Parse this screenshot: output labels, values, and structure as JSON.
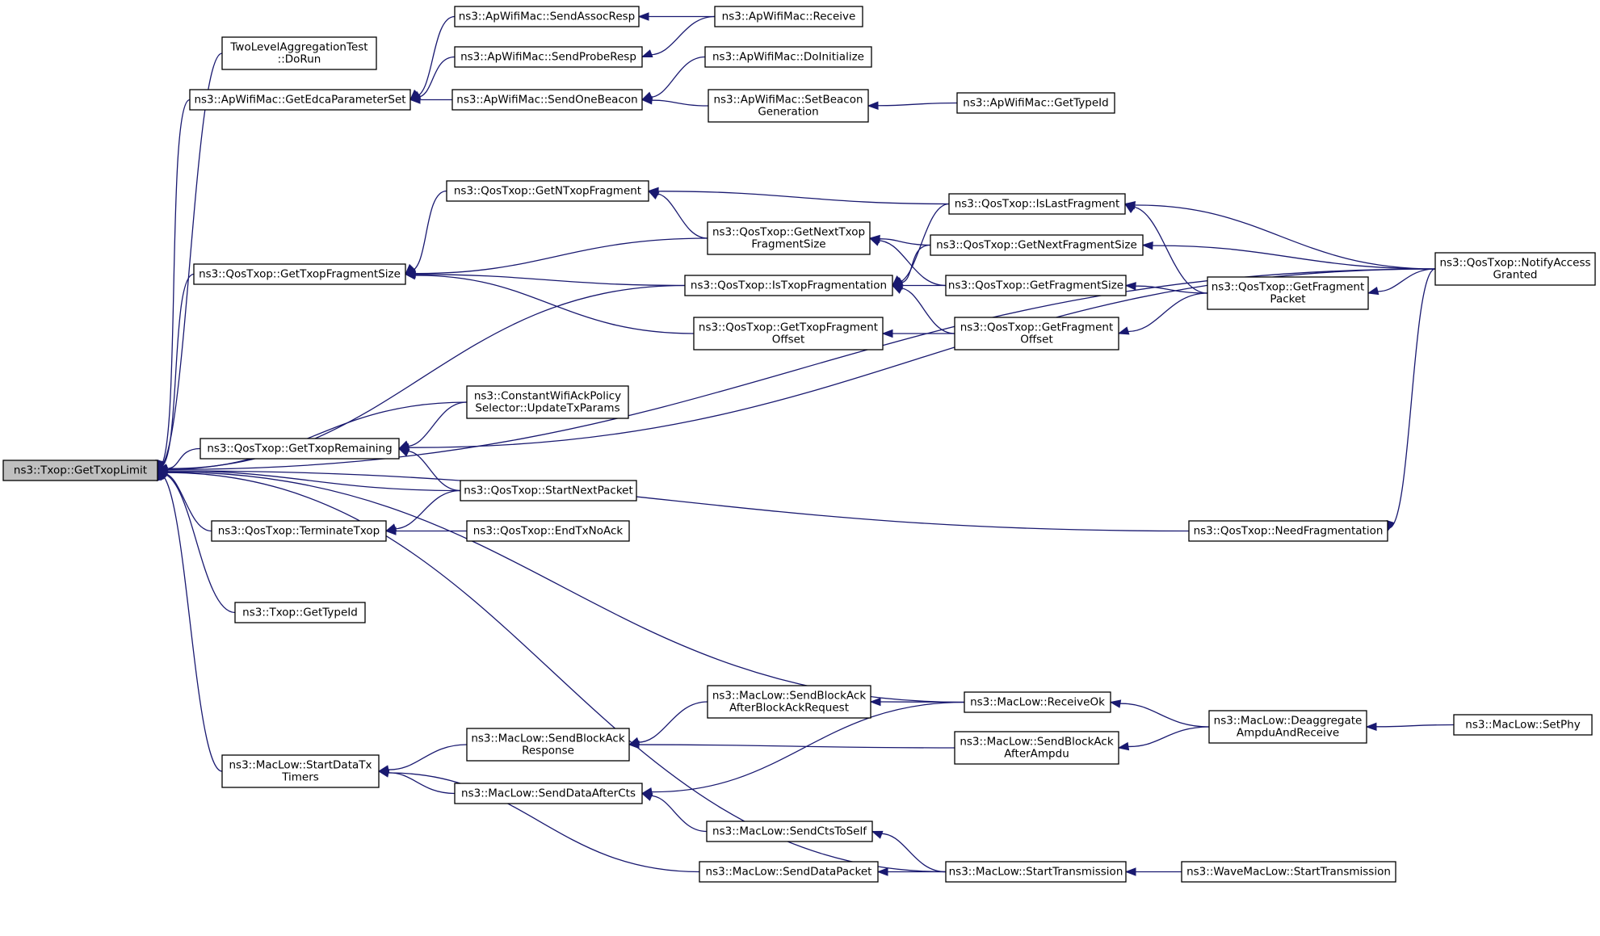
{
  "graph": {
    "root": "n0",
    "colors": {
      "edge": "#191970",
      "node_border": "#000000",
      "root_fill": "#bfbfbf",
      "node_fill": "#ffffff"
    },
    "nodes": [
      {
        "id": "n0",
        "lines": [
          "ns3::Txop::GetTxopLimit"
        ]
      },
      {
        "id": "n1",
        "lines": [
          "TwoLevelAggregationTest",
          "::DoRun"
        ]
      },
      {
        "id": "n2",
        "lines": [
          "ns3::ApWifiMac::GetEdcaParameterSet"
        ]
      },
      {
        "id": "n3",
        "lines": [
          "ns3::ApWifiMac::SendAssocResp"
        ]
      },
      {
        "id": "n4",
        "lines": [
          "ns3::ApWifiMac::Receive"
        ]
      },
      {
        "id": "n5",
        "lines": [
          "ns3::ApWifiMac::SendProbeResp"
        ]
      },
      {
        "id": "n6",
        "lines": [
          "ns3::ApWifiMac::SendOneBeacon"
        ]
      },
      {
        "id": "n7",
        "lines": [
          "ns3::ApWifiMac::DoInitialize"
        ]
      },
      {
        "id": "n8",
        "lines": [
          "ns3::ApWifiMac::SetBeacon",
          "Generation"
        ]
      },
      {
        "id": "n9",
        "lines": [
          "ns3::ApWifiMac::GetTypeId"
        ]
      },
      {
        "id": "n10",
        "lines": [
          "ns3::QosTxop::GetNTxopFragment"
        ]
      },
      {
        "id": "n11",
        "lines": [
          "ns3::QosTxop::IsLastFragment"
        ]
      },
      {
        "id": "n12",
        "lines": [
          "ns3::QosTxop::GetNextTxop",
          "FragmentSize"
        ]
      },
      {
        "id": "n13",
        "lines": [
          "ns3::QosTxop::GetNextFragmentSize"
        ]
      },
      {
        "id": "n14",
        "lines": [
          "ns3::QosTxop::NotifyAccess",
          "Granted"
        ]
      },
      {
        "id": "n15",
        "lines": [
          "ns3::QosTxop::GetTxopFragmentSize"
        ]
      },
      {
        "id": "n16",
        "lines": [
          "ns3::QosTxop::IsTxopFragmentation"
        ]
      },
      {
        "id": "n17",
        "lines": [
          "ns3::QosTxop::GetFragmentSize"
        ]
      },
      {
        "id": "n18",
        "lines": [
          "ns3::QosTxop::GetFragment",
          "Packet"
        ]
      },
      {
        "id": "n19",
        "lines": [
          "ns3::QosTxop::GetTxopFragment",
          "Offset"
        ]
      },
      {
        "id": "n20",
        "lines": [
          "ns3::QosTxop::GetFragment",
          "Offset"
        ]
      },
      {
        "id": "n21",
        "lines": [
          "ns3::ConstantWifiAckPolicy",
          "Selector::UpdateTxParams"
        ]
      },
      {
        "id": "n22",
        "lines": [
          "ns3::QosTxop::GetTxopRemaining"
        ]
      },
      {
        "id": "n23",
        "lines": [
          "ns3::QosTxop::StartNextPacket"
        ]
      },
      {
        "id": "n24",
        "lines": [
          "ns3::QosTxop::TerminateTxop"
        ]
      },
      {
        "id": "n25",
        "lines": [
          "ns3::QosTxop::EndTxNoAck"
        ]
      },
      {
        "id": "n26",
        "lines": [
          "ns3::QosTxop::NeedFragmentation"
        ]
      },
      {
        "id": "n27",
        "lines": [
          "ns3::Txop::GetTypeId"
        ]
      },
      {
        "id": "n28",
        "lines": [
          "ns3::MacLow::SendBlockAck",
          "AfterBlockAckRequest"
        ]
      },
      {
        "id": "n29",
        "lines": [
          "ns3::MacLow::ReceiveOk"
        ]
      },
      {
        "id": "n30",
        "lines": [
          "ns3::MacLow::SendBlockAck",
          "Response"
        ]
      },
      {
        "id": "n31",
        "lines": [
          "ns3::MacLow::SendBlockAck",
          "AfterAmpdu"
        ]
      },
      {
        "id": "n32",
        "lines": [
          "ns3::MacLow::Deaggregate",
          "AmpduAndReceive"
        ]
      },
      {
        "id": "n33",
        "lines": [
          "ns3::MacLow::SetPhy"
        ]
      },
      {
        "id": "n34",
        "lines": [
          "ns3::MacLow::StartDataTx",
          "Timers"
        ]
      },
      {
        "id": "n35",
        "lines": [
          "ns3::MacLow::SendDataAfterCts"
        ]
      },
      {
        "id": "n36",
        "lines": [
          "ns3::MacLow::SendCtsToSelf"
        ]
      },
      {
        "id": "n37",
        "lines": [
          "ns3::MacLow::SendDataPacket"
        ]
      },
      {
        "id": "n38",
        "lines": [
          "ns3::MacLow::StartTransmission"
        ]
      },
      {
        "id": "n39",
        "lines": [
          "ns3::WaveMacLow::StartTransmission"
        ]
      }
    ],
    "edges": [
      {
        "from": "n1",
        "to": "n0"
      },
      {
        "from": "n2",
        "to": "n0"
      },
      {
        "from": "n14",
        "to": "n0"
      },
      {
        "from": "n15",
        "to": "n0"
      },
      {
        "from": "n16",
        "to": "n0"
      },
      {
        "from": "n21",
        "to": "n0"
      },
      {
        "from": "n22",
        "to": "n0"
      },
      {
        "from": "n23",
        "to": "n0"
      },
      {
        "from": "n24",
        "to": "n0"
      },
      {
        "from": "n26",
        "to": "n0"
      },
      {
        "from": "n27",
        "to": "n0"
      },
      {
        "from": "n29",
        "to": "n0"
      },
      {
        "from": "n34",
        "to": "n0"
      },
      {
        "from": "n38",
        "to": "n0"
      },
      {
        "from": "n3",
        "to": "n2"
      },
      {
        "from": "n5",
        "to": "n2"
      },
      {
        "from": "n6",
        "to": "n2"
      },
      {
        "from": "n4",
        "to": "n3"
      },
      {
        "from": "n4",
        "to": "n5"
      },
      {
        "from": "n7",
        "to": "n6"
      },
      {
        "from": "n8",
        "to": "n6"
      },
      {
        "from": "n9",
        "to": "n8"
      },
      {
        "from": "n10",
        "to": "n15"
      },
      {
        "from": "n12",
        "to": "n15"
      },
      {
        "from": "n16",
        "to": "n15"
      },
      {
        "from": "n19",
        "to": "n15"
      },
      {
        "from": "n11",
        "to": "n10"
      },
      {
        "from": "n12",
        "to": "n10"
      },
      {
        "from": "n14",
        "to": "n11"
      },
      {
        "from": "n18",
        "to": "n11"
      },
      {
        "from": "n13",
        "to": "n12"
      },
      {
        "from": "n17",
        "to": "n12"
      },
      {
        "from": "n14",
        "to": "n13"
      },
      {
        "from": "n11",
        "to": "n16"
      },
      {
        "from": "n13",
        "to": "n16"
      },
      {
        "from": "n17",
        "to": "n16"
      },
      {
        "from": "n20",
        "to": "n16"
      },
      {
        "from": "n18",
        "to": "n17"
      },
      {
        "from": "n14",
        "to": "n18"
      },
      {
        "from": "n20",
        "to": "n19"
      },
      {
        "from": "n18",
        "to": "n20"
      },
      {
        "from": "n21",
        "to": "n22"
      },
      {
        "from": "n23",
        "to": "n22"
      },
      {
        "from": "n14",
        "to": "n22"
      },
      {
        "from": "n23",
        "to": "n24"
      },
      {
        "from": "n25",
        "to": "n24"
      },
      {
        "from": "n14",
        "to": "n26"
      },
      {
        "from": "n28",
        "to": "n30"
      },
      {
        "from": "n31",
        "to": "n30"
      },
      {
        "from": "n29",
        "to": "n28"
      },
      {
        "from": "n32",
        "to": "n29"
      },
      {
        "from": "n32",
        "to": "n31"
      },
      {
        "from": "n33",
        "to": "n32"
      },
      {
        "from": "n30",
        "to": "n34"
      },
      {
        "from": "n35",
        "to": "n34"
      },
      {
        "from": "n37",
        "to": "n34"
      },
      {
        "from": "n29",
        "to": "n35"
      },
      {
        "from": "n36",
        "to": "n35"
      },
      {
        "from": "n38",
        "to": "n36"
      },
      {
        "from": "n38",
        "to": "n37"
      },
      {
        "from": "n39",
        "to": "n38"
      }
    ]
  }
}
